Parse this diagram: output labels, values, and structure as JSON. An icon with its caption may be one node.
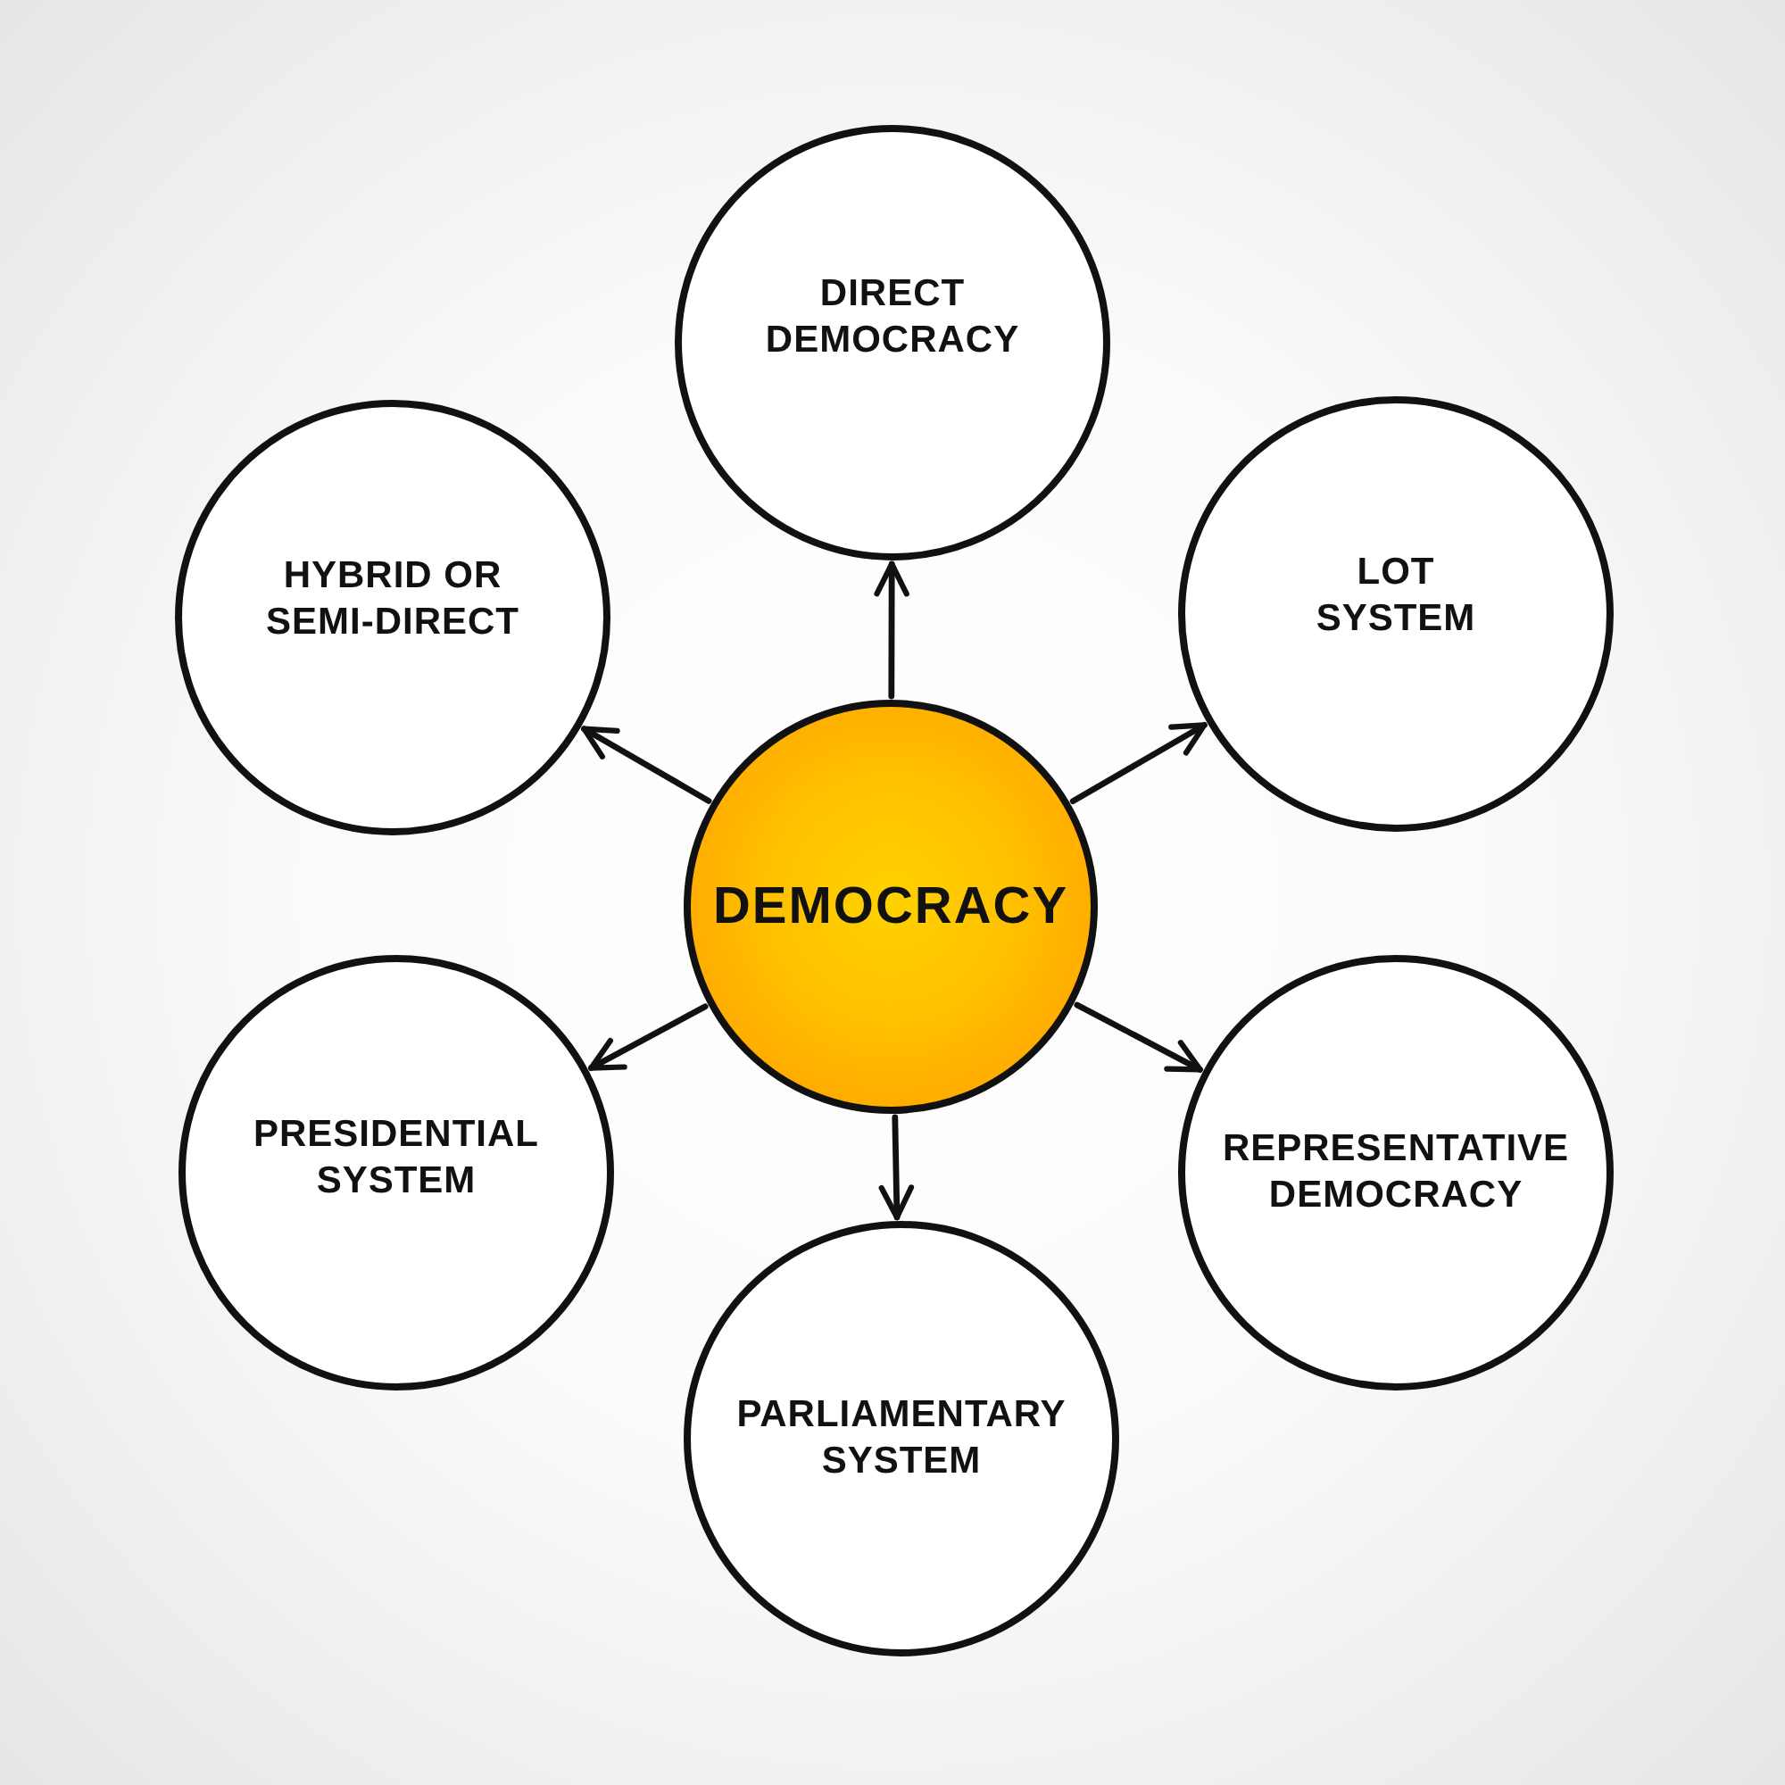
{
  "diagram": {
    "nodes": [
      {
        "text": [
          "DEMOCRACY"
        ]
      },
      {
        "text": [
          "DIRECT DEMOCRACY"
        ]
      },
      {
        "text": [
          "LOT SYSTEM"
        ]
      },
      {
        "text": [
          "REPRESENTATIVE DEMOCRACY"
        ]
      },
      {
        "text": [
          "PARLIAMENTARY SYSTEM"
        ]
      },
      {
        "text": [
          "PRESIDENTIAL SYSTEM"
        ]
      },
      {
        "text": [
          "HYBRID OR SEMI-DIRECT"
        ]
      }
    ],
    "edges": [
      {
        "from": 0,
        "to": 1,
        "arrow": "to"
      },
      {
        "from": 0,
        "to": 2,
        "arrow": "to"
      },
      {
        "from": 0,
        "to": 3,
        "arrow": "to"
      },
      {
        "from": 0,
        "to": 4,
        "arrow": "to"
      },
      {
        "from": 0,
        "to": 5,
        "arrow": "to"
      },
      {
        "from": 0,
        "to": 6,
        "arrow": "to"
      }
    ]
  }
}
